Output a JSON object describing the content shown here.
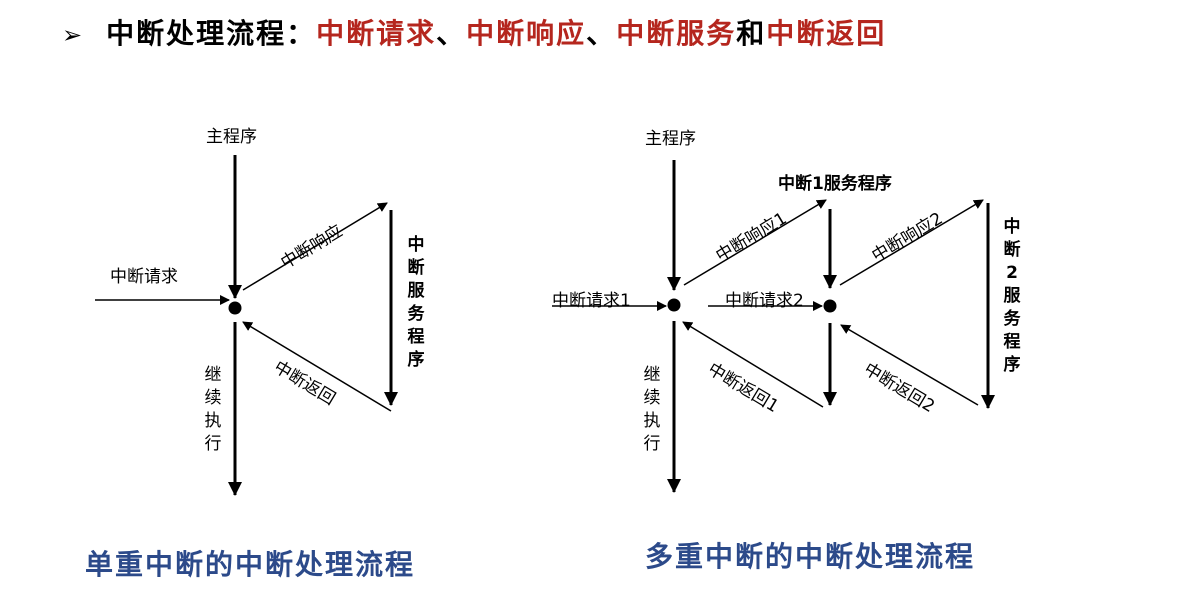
{
  "title": {
    "bullet": "➢",
    "prefix": "中断处理流程：",
    "p1": "中断请求",
    "s1": "、",
    "p2": "中断响应",
    "s2": "、",
    "p3": "中断服务",
    "s3": "和",
    "p4": "中断返回"
  },
  "single": {
    "main_program": "主程序",
    "request": "中断请求",
    "response": "中断响应",
    "service": "中断服务程序",
    "return": "中断返回",
    "continue": "继续执行",
    "caption": "单重中断的中断处理流程"
  },
  "multi": {
    "main_program": "主程序",
    "request1": "中断请求1",
    "request2": "中断请求2",
    "response1": "中断响应1",
    "response2": "中断响应2",
    "service1": "中断1服务程序",
    "service2": "中断2服务程序",
    "return1": "中断返回1",
    "return2": "中断返回2",
    "continue": "继续执行",
    "caption": "多重中断的中断处理流程"
  },
  "colors": {
    "accent_red": "#b5261e",
    "caption_blue": "#2c4a8a"
  }
}
